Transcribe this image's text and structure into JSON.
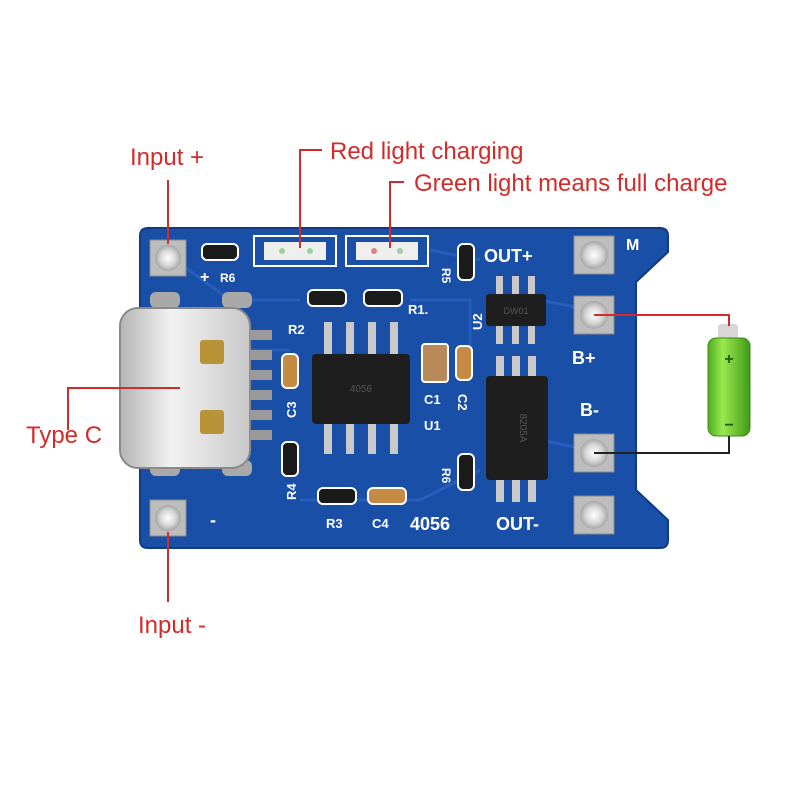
{
  "annotations": {
    "input_plus": "Input +",
    "input_minus": "Input -",
    "type_c": "Type C",
    "red_light": "Red light charging",
    "green_light": "Green light means full charge"
  },
  "silkscreen": {
    "out_plus": "OUT+",
    "out_minus": "OUT-",
    "b_plus": "B+",
    "b_minus": "B-",
    "m": "M",
    "plus_sign": "+",
    "minus_sign": "-",
    "chip_model": "4056",
    "r1": "R1.",
    "r2": "R2",
    "r3": "R3",
    "r4": "R4",
    "r5": "R5",
    "r6": "R6",
    "c1": "C1",
    "c2": "C2",
    "c3": "C3",
    "c4": "C4",
    "u1": "U1",
    "u2": "U2",
    "ic_u1_marking": "4056",
    "ic_u2_marking": "DW01",
    "ic_fet_marking": "8205A"
  },
  "colors": {
    "callout_red": "#d42a2a",
    "pcb_blue": "#1a4fa8",
    "pad_silver": "#d9d9d9",
    "battery_green": "#6fcf2f"
  },
  "icons": {
    "battery": "battery-icon",
    "usb_c_port": "usb-c-port-icon"
  }
}
